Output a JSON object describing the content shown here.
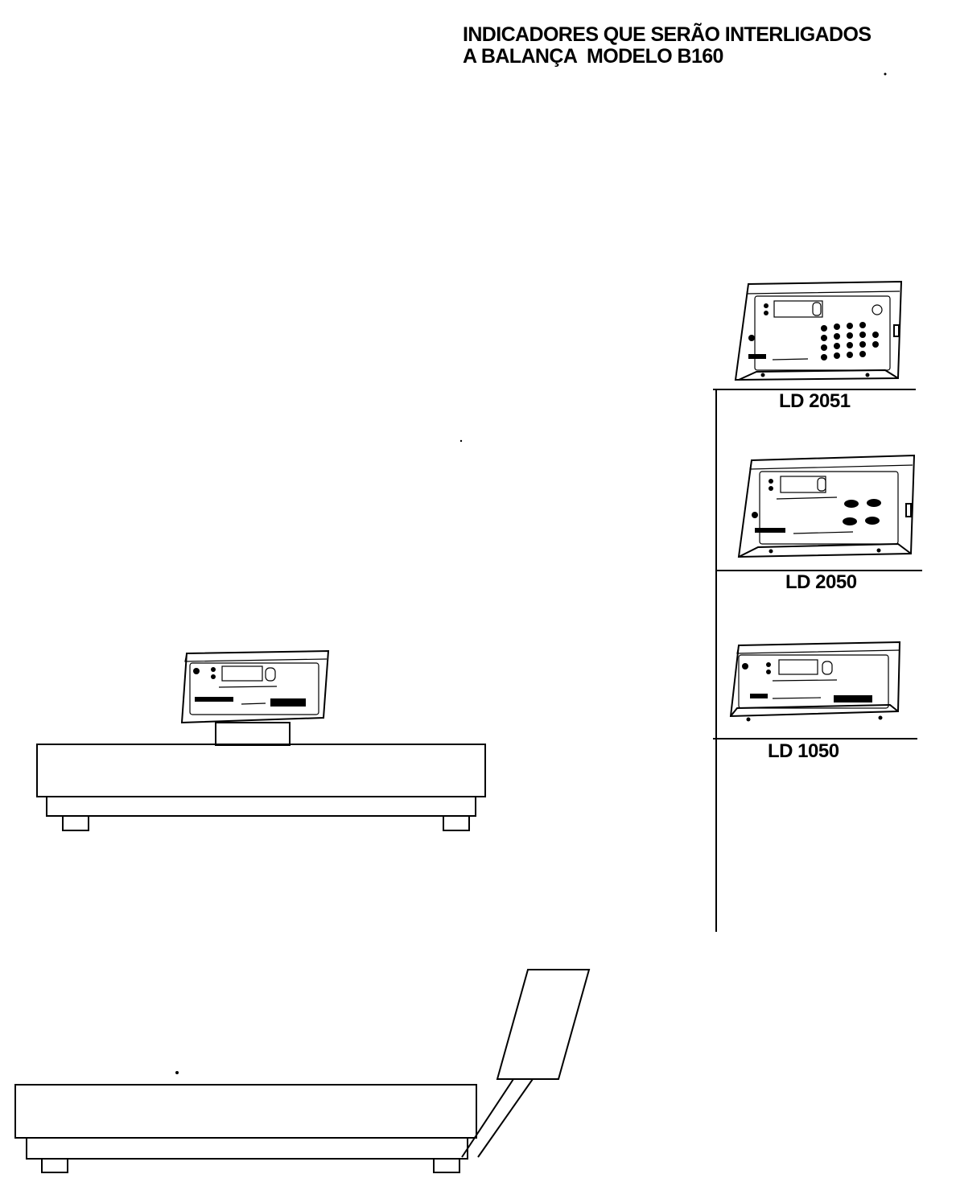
{
  "title": {
    "line1": "INDICADORES QUE SERÃO INTERLIGADOS",
    "line2": "A BALANÇA  MODELO B160"
  },
  "indicators": [
    {
      "id": "ld2051",
      "label": "LD 2051"
    },
    {
      "id": "ld2050",
      "label": "LD 2050"
    },
    {
      "id": "ld1050",
      "label": "LD 1050"
    }
  ],
  "scales": [
    {
      "id": "scale-with-desk-indicator"
    },
    {
      "id": "scale-with-column-stand"
    }
  ]
}
